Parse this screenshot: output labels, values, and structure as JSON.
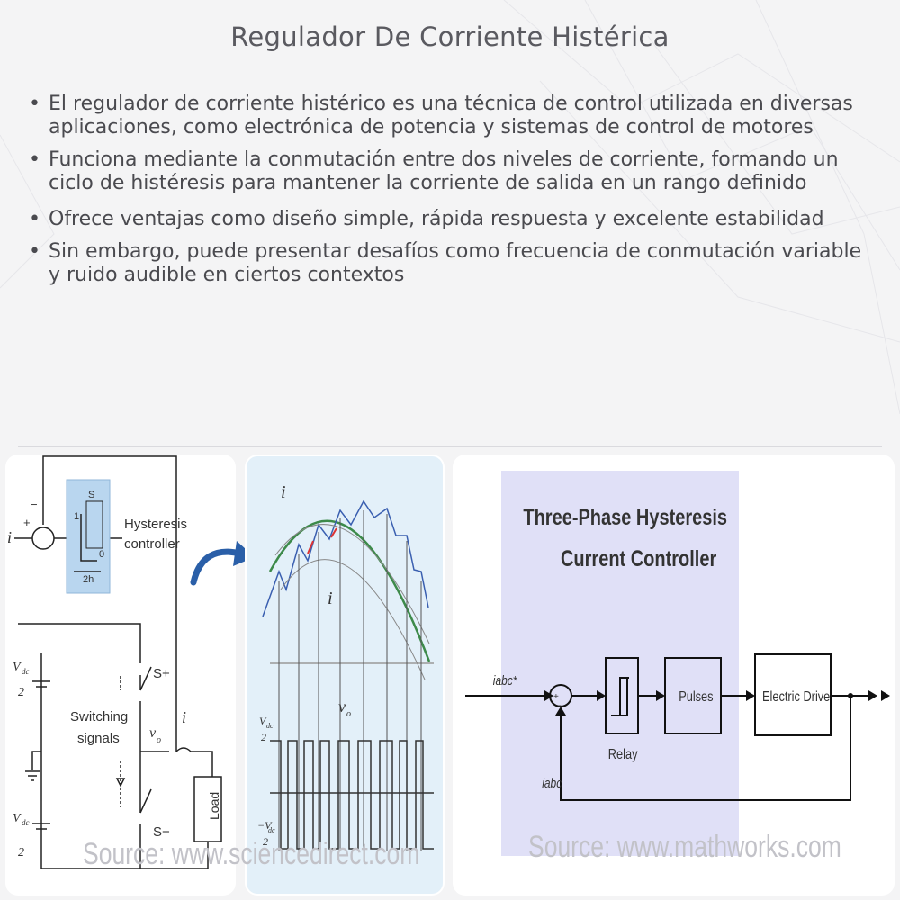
{
  "title": "Regulador De Corriente Histérica",
  "bullets": [
    "El regulador de corriente histérico es una técnica de control utilizada en diversas aplicaciones, como electrónica de potencia y sistemas de control de motores",
    "Funciona mediante la conmutación entre dos niveles de corriente, formando un ciclo de histéresis para mantener la corriente de salida en un rango definido",
    "Ofrece ventajas como diseño simple, rápida respuesta y excelente estabilidad",
    "Sin embargo, puede presentar desafíos como frecuencia de conmutación variable y ruido audible en ciertos contextos"
  ],
  "bullet_marker": "•",
  "figure1": {
    "hysteresis_label_1": "Hysteresis",
    "hysteresis_label_2": "controller",
    "h_label": "2h",
    "s_label": "S",
    "one_label": "1",
    "zero_label": "0",
    "switching_1": "Switching",
    "switching_2": "signals",
    "s_plus": "S+",
    "s_minus": "S−",
    "load": "Load",
    "vo": "v",
    "vo_sub": "o",
    "i": "i",
    "i_star": "i",
    "vdc": "V",
    "vdc_sub": "dc",
    "two": "2",
    "plus": "+",
    "minus": "−",
    "source": "Source: www.sciencedirect.com"
  },
  "figure2": {
    "i_star": "i",
    "i": "i",
    "vo": "v",
    "vo_sub": "o",
    "vdc": "V",
    "vdc_sub": "dc",
    "two": "2",
    "neg_vdc": "−V"
  },
  "figure3": {
    "title_1": "Three-Phase Hysteresis",
    "title_2": "Current Controller",
    "iabc_ref": "iabc*",
    "iabc": "iabc",
    "relay": "Relay",
    "pulses": "Pulses",
    "electric_drive": "Electric Drive",
    "source": "Source: www.mathworks.com"
  },
  "colors": {
    "highlight_blue": "#b9d6ef",
    "panel_lavender": "#e0e0f7",
    "arrow_blue": "#2a5fa8",
    "wave_green": "#3d8a4a",
    "wave_blue": "#3a5fb0"
  }
}
